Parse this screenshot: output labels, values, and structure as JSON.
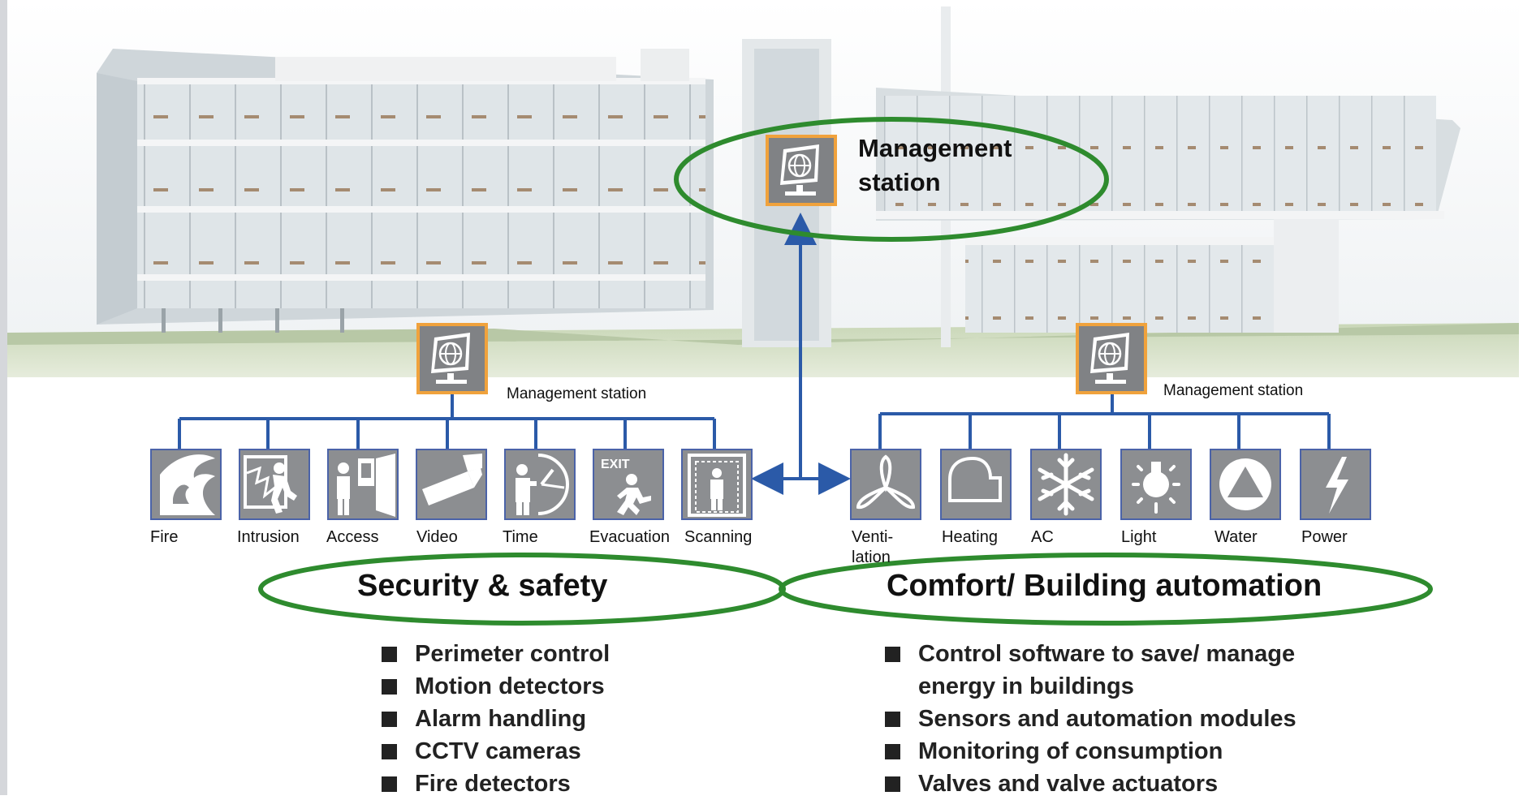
{
  "top_station": {
    "label": "Management station"
  },
  "security": {
    "station_label": "Management station",
    "title": "Security & safety",
    "devices": [
      {
        "label": "Fire",
        "icon": "flame-icon"
      },
      {
        "label": "Intrusion",
        "icon": "broken-window-icon"
      },
      {
        "label": "Access",
        "icon": "keypad-door-icon"
      },
      {
        "label": "Video",
        "icon": "camera-icon"
      },
      {
        "label": "Time",
        "icon": "clock-icon"
      },
      {
        "label": "Evacuation",
        "icon": "exit-sign-icon",
        "sign_text": "EXIT"
      },
      {
        "label": "Scanning",
        "icon": "body-scanner-icon"
      }
    ],
    "bullets": [
      "Perimeter control",
      "Motion detectors",
      "Alarm handling",
      "CCTV cameras",
      "Fire detectors"
    ]
  },
  "comfort": {
    "station_label": "Management station",
    "title": "Comfort/ Building automation",
    "devices": [
      {
        "label": "Venti-\nlation",
        "icon": "fan-icon"
      },
      {
        "label": "Heating",
        "icon": "radiator-icon"
      },
      {
        "label": "AC",
        "icon": "snowflake-icon"
      },
      {
        "label": "Light",
        "icon": "bulb-icon"
      },
      {
        "label": "Water",
        "icon": "water-icon"
      },
      {
        "label": "Power",
        "icon": "lightning-icon"
      }
    ],
    "bullets": [
      "Control software to save/ manage energy in buildings",
      "Sensors and automation modules",
      "Monitoring of consumption",
      "Valves and valve actuators"
    ]
  },
  "colors": {
    "ellipse": "#2e8b2e",
    "connector": "#2b5aa8",
    "station_frame": "#f0a23c",
    "icon_tile": "#8c8e91"
  }
}
